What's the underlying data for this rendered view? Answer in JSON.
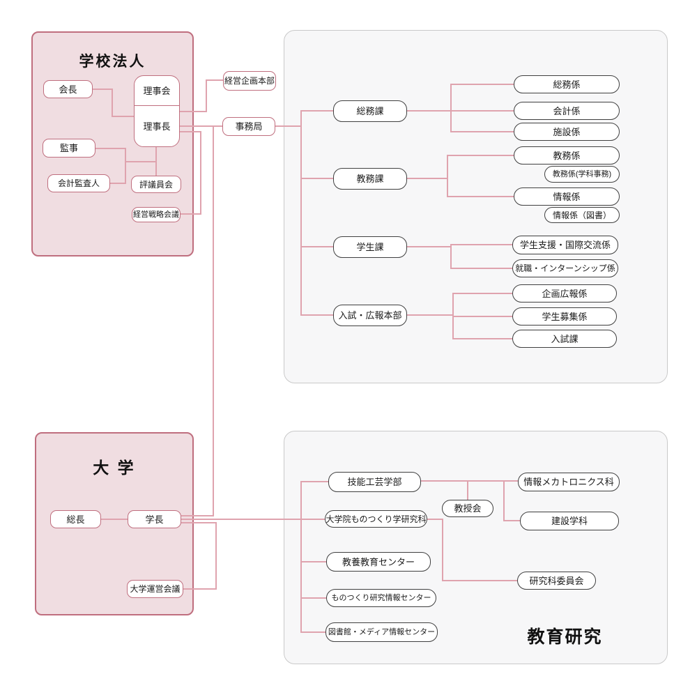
{
  "colors": {
    "panel_pink_fill": "#f0dde1",
    "panel_pink_border": "#bf6e7e",
    "connector_line": "#dfa3ae",
    "dark_box_border": "#3f3f3f",
    "panel_gray_fill": "#f7f7f8"
  },
  "corp": {
    "title": "学校法人",
    "nodes": {
      "kaicho": "会長",
      "rijikai": "理事会",
      "rijicho": "理事長",
      "kanji": "監事",
      "kaikei_kansanin": "会計監査人",
      "hyogiinkai": "評議員会",
      "keiei_senryaku": "経営戦略会議"
    }
  },
  "bridge": {
    "keiei_kikaku": "経営企画本部",
    "jimukyoku": "事務局"
  },
  "admin": {
    "divisions": {
      "somuka": "総務課",
      "kyomuka": "教務課",
      "gakuseika": "学生課",
      "nyushi_koho": "入試・広報本部"
    },
    "sections": {
      "somu": "総務係",
      "kaikei": "会計係",
      "shisetsu": "施設係",
      "kyomu": "教務係",
      "kyomu_gakka": "教務係(学科事務)",
      "joho": "情報係",
      "joho_tosho": "情報係（図書）",
      "gakusei_shien": "学生支援・国際交流係",
      "shushoku": "就職・インターンシップ係",
      "kikaku_koho": "企画広報係",
      "gakusei_boshu": "学生募集係",
      "nyushika": "入試課"
    }
  },
  "univ": {
    "title": "大 学",
    "nodes": {
      "socho": "総長",
      "gakucho": "学長",
      "unei_kaigi": "大学運営会議"
    }
  },
  "research": {
    "caption": "教育研究",
    "nodes": {
      "gino_kogei": "技能工芸学部",
      "kyojukai": "教授会",
      "joho_mecha": "情報メカトロニクス科",
      "kensetsu": "建設学科",
      "daigakuin": "大学院ものつくり学研究科",
      "kyoyo_center": "教養教育センター",
      "monotsukuri_center": "ものつくり研究情報センター",
      "toshokan_center": "図書館・メディア情報センター",
      "kenkyuka_iinkai": "研究科委員会"
    }
  }
}
